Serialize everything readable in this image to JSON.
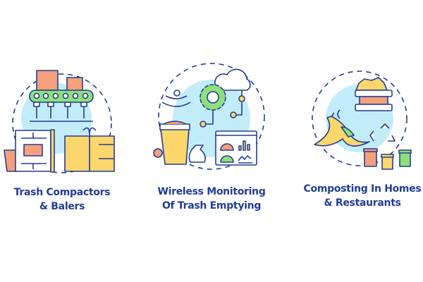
{
  "colors": {
    "outline": "#233d94",
    "bg_circle": "#c2ecfa",
    "salmon": "#f6a07c",
    "yellow": "#fdd66c",
    "green": "#8fe07a",
    "white": "#ffffff"
  },
  "cards": [
    {
      "icon": "trash-compactor-baler-icon",
      "title_line1": "Trash Compactors",
      "title_line2": "& Balers"
    },
    {
      "icon": "wireless-trash-monitoring-icon",
      "title_line1": "Wireless Monitoring",
      "title_line2": "Of Trash Emptying"
    },
    {
      "icon": "composting-icon",
      "title_line1": "Composting In Homes",
      "title_line2": "& Restaurants"
    }
  ]
}
